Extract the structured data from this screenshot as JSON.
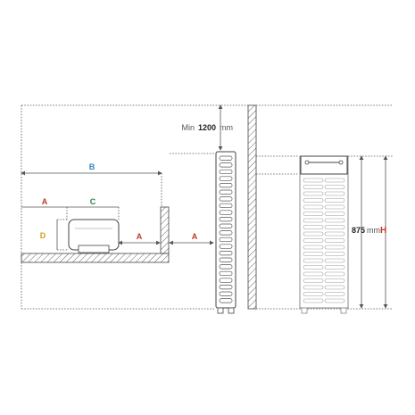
{
  "colors": {
    "label_a": "#c0392b",
    "label_b": "#2e86c1",
    "label_c": "#1e8449",
    "label_d": "#d4a017",
    "label_h": "#c0392b",
    "line": "#555555",
    "hatch": "#666666"
  },
  "labels": {
    "a_left": "A",
    "a_mid": "A",
    "a_right": "A",
    "b": "B",
    "c": "C",
    "d": "D",
    "h": "H",
    "min_prefix": "Min",
    "min_value": "1200",
    "min_unit": "mm",
    "height_value": "875",
    "height_unit": "mm"
  }
}
